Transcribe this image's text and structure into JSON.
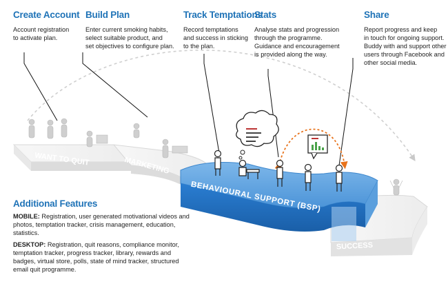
{
  "steps": [
    {
      "title": "Create Account",
      "desc": [
        "Account registration",
        "to activate plan."
      ]
    },
    {
      "title": "Build Plan",
      "desc": [
        "Enter current smoking habits,",
        "select suitable product, and",
        "set objectives to configure plan."
      ]
    },
    {
      "title": "Track Temptations",
      "desc": [
        "Record temptations",
        "and success in sticking",
        "to the plan."
      ]
    },
    {
      "title": "Stats",
      "desc": [
        "Analyse stats and progression",
        "through the programme.",
        "Guidance and encouragement",
        "is provided along the way."
      ]
    },
    {
      "title": "Share",
      "desc": [
        "Report progress and keep",
        "in touch for ongoing support.",
        "Buddy with and support other",
        "users through Facebook and",
        "other social media."
      ]
    }
  ],
  "path_labels": {
    "want": "WANT TO QUIT",
    "marketing": "MARKETING",
    "bsp": "BEHAVIOURAL SUPPORT (BSP)",
    "success": "SUCCESS"
  },
  "additional": {
    "title": "Additional Features",
    "mobile_label": "MOBILE:",
    "mobile_text": " Registration, user generated motivational videos and photos, temptation tracker, crisis management, education, statistics.",
    "desktop_label": "DESKTOP:",
    "desktop_text": " Registration, quit reasons, compliance monitor, temptation tracker, progress tracker, library, rewards and badges, virtual store, polls, state of mind tracker, structured email quit programme."
  },
  "colors": {
    "title_blue": "#1f73b7",
    "bsp_blue": "#2a7dd1",
    "arc_orange": "#e8731c",
    "grey_path": "#e4e4e4"
  }
}
